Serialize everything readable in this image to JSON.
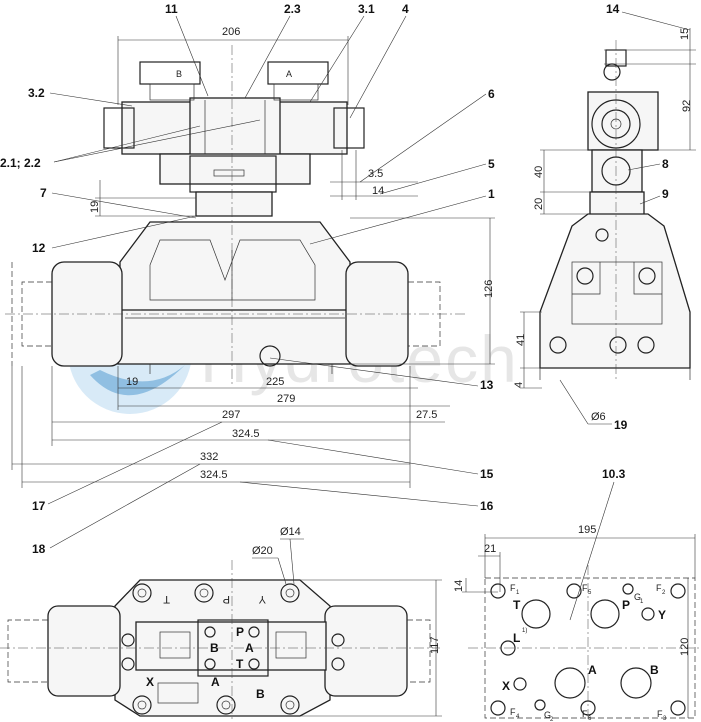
{
  "watermark": {
    "text": "Hydrotech",
    "colors": {
      "primary": "#3a8cc8",
      "light": "#8fc4e8"
    }
  },
  "callouts": {
    "c11": "11",
    "c2_3": "2.3",
    "c3_1": "3.1",
    "c4": "4",
    "c14": "14",
    "c3_2": "3.2",
    "c6": "6",
    "c2_1": "2.1; 2.2",
    "c5": "5",
    "c8": "8",
    "c7": "7",
    "c9": "9",
    "c1": "1",
    "c12": "12",
    "c13": "13",
    "c19": "19",
    "c15": "15",
    "c17": "17",
    "c16": "16",
    "c18": "18",
    "c10_3": "10.3"
  },
  "dimensions": {
    "d206": "206",
    "d15": "15",
    "d92": "92",
    "d3_5": "3.5",
    "d14": "14",
    "d40": "40",
    "d20": "20",
    "d19a": "19",
    "d126": "126",
    "d41": "41",
    "d4": "4",
    "d19b": "19",
    "d225": "225",
    "d279": "279",
    "d297": "297",
    "d27_5": "27.5",
    "d324_5a": "324.5",
    "d332": "332",
    "d324_5b": "324.5",
    "dia6": "Ø6",
    "dia14": "Ø14",
    "dia20": "Ø20",
    "d117": "117",
    "d195": "195",
    "d21": "21",
    "d14b": "14",
    "d120": "120"
  },
  "labels": {
    "solB": "B",
    "solA": "A",
    "portT": "T",
    "portP": "P",
    "portY": "Y",
    "portX": "X",
    "portA": "A",
    "portB": "B",
    "bP": "P",
    "bB": "B",
    "bA": "A",
    "bT": "T",
    "sT": "T",
    "sP": "P",
    "sY": "Y",
    "sL": "L",
    "sLsup": "1)",
    "sX": "X",
    "sA": "A",
    "sB": "B",
    "F1": "F",
    "F1s": "1",
    "F2": "F",
    "F2s": "2",
    "F3": "F",
    "F3s": "3",
    "F4": "F",
    "F4s": "4",
    "F5": "F",
    "F5s": "5",
    "F6": "F",
    "F6s": "6",
    "G1": "G",
    "G1s": "1",
    "G2": "G",
    "G2s": "2"
  }
}
